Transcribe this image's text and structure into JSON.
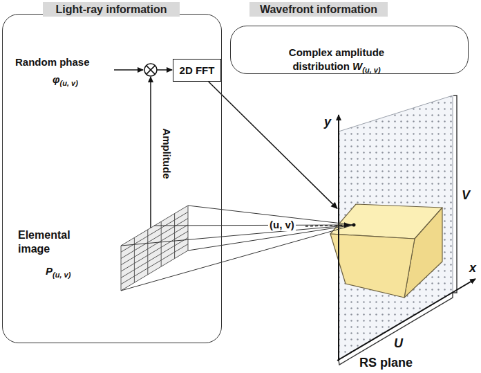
{
  "diagram": {
    "nodes": [
      {
        "text": [
          "Light-ray information"
        ]
      },
      {
        "text": [
          "Wavefront information",
          "Complex amplitude distribution",
          "W",
          "(u, v)"
        ]
      },
      {
        "text": [
          "2D FFT"
        ]
      },
      {
        "text": [
          "RS plane"
        ]
      }
    ],
    "edges": [
      {
        "from": 2,
        "to": 3,
        "arrow": "to"
      }
    ],
    "labels": [
      "Random phase",
      "φ",
      "(u, v)",
      "Amplitude",
      "Elemental image",
      "P",
      "(u, v)",
      "y",
      "x",
      "(u, v)",
      "V",
      "U"
    ]
  }
}
